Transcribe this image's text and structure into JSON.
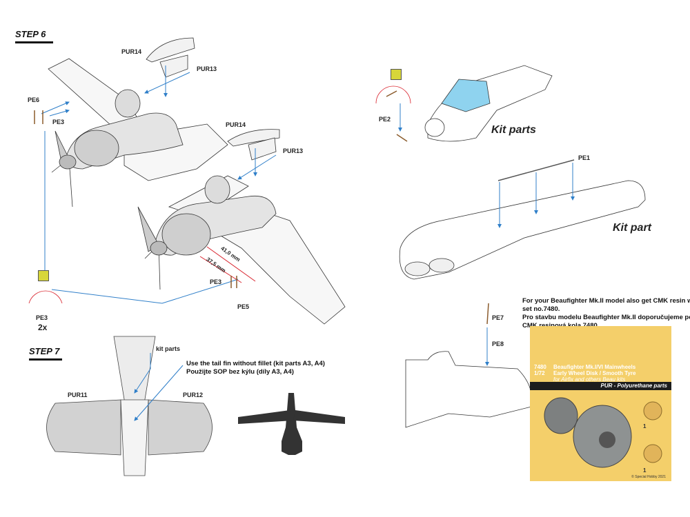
{
  "steps": {
    "step6": "STEP 6",
    "step7": "STEP 7"
  },
  "labels": {
    "pur14_a": "PUR14",
    "pur13_a": "PUR13",
    "pur14_b": "PUR14",
    "pur13_b": "PUR13",
    "pe6": "PE6",
    "pe3_a": "PE3",
    "pe3_b": "PE3",
    "pe3_c": "PE3",
    "pe5": "PE5",
    "pe2": "PE2",
    "pe1": "PE1",
    "pe7": "PE7",
    "pe8": "PE8",
    "pur11": "PUR11",
    "pur12": "PUR12",
    "kit_parts_small": "kit parts",
    "dim1": "41,0 mm",
    "dim2": "37,5 mm",
    "qty": "2x"
  },
  "kit_labels": {
    "kit_parts": "Kit parts",
    "kit_part": "Kit part"
  },
  "step7_note": {
    "line1": "Use the tail fin without fillet (kit parts A3, A4)",
    "line2": "Použijte SOP bez kýlu (díly A3, A4)"
  },
  "promo": {
    "line1": "For your Beaufighter Mk.II model also get CMK resin wheel",
    "line2": "set no.7480.",
    "line3": "Pro stavbu modelu Beaufighter Mk.II doporučujeme použít",
    "line4": "CMK resinová kola 7480"
  },
  "product_box": {
    "code": "7480",
    "scale": "1/72",
    "title1": "Beaufighter Mk.I/VI Mainwheels",
    "title2": "Early Wheel Disk / Smooth Tyre",
    "subtitle": "for Airfix and others Beau kits",
    "strip": "PUR - Polyurethane parts",
    "copyright": "© Special Hobby 2021",
    "part_no_a": "1",
    "part_no_b": "1"
  },
  "colors": {
    "leader_blue": "#2f7fc9",
    "dim_red": "#d9232d",
    "box_yellow": "#f4cf6a",
    "canopy_blue": "#8fd3ef"
  }
}
